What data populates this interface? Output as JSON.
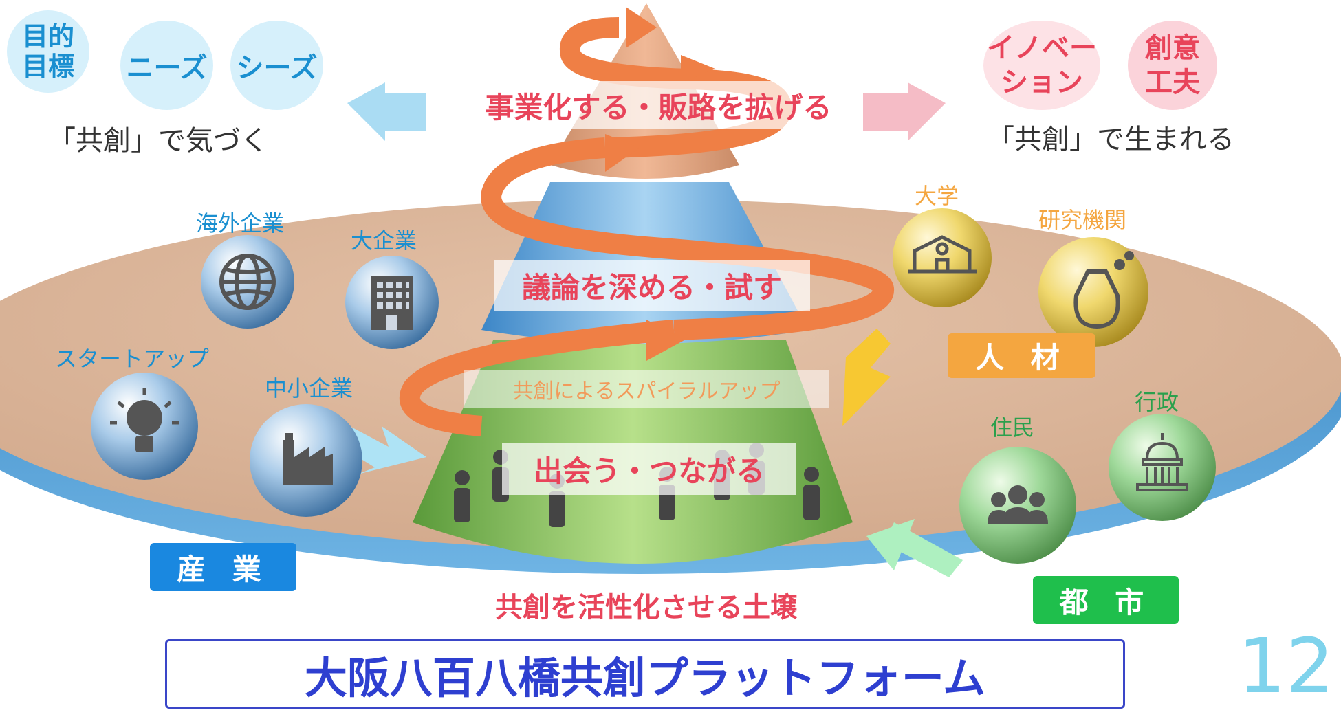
{
  "left_top": {
    "bubble1": [
      "目的",
      "目標"
    ],
    "bubble2": "ニーズ",
    "bubble3": "シーズ",
    "caption": "「共創」で気づく"
  },
  "right_top": {
    "bubble1": [
      "イノベー",
      "ション"
    ],
    "bubble2": [
      "創意",
      "工夫"
    ],
    "caption": "「共創」で生まれる"
  },
  "cone_labels": {
    "top": "事業化する・販路を拡げる",
    "middle": "議論を深める・試す",
    "spiral": "共創によるスパイラルアップ",
    "bottom": "出会う・つながる",
    "soil": "共創を活性化させる土壌"
  },
  "industry_nodes": {
    "overseas": "海外企業",
    "large": "大企業",
    "startup": "スタートアップ",
    "sme": "中小企業",
    "category": "産 業"
  },
  "talent_nodes": {
    "university": "大学",
    "research": "研究機関",
    "category": "人 材"
  },
  "city_nodes": {
    "residents": "住民",
    "government": "行政",
    "category": "都 市"
  },
  "footer": {
    "title": "大阪八百八橋共創プラットフォーム",
    "page_number": "12"
  },
  "colors": {
    "disc": "#d9b396",
    "disc_rim": "#3f8ec8",
    "orange_arrow": "#ef7f45",
    "pink_text": "#e8445a",
    "blue_text": "#1a8fd0",
    "industry_box": "#1a88e0",
    "talent_box": "#f4a640",
    "city_box": "#1fbf4c",
    "footer_text": "#2e3fd0",
    "page_number": "#7fd3ec"
  }
}
